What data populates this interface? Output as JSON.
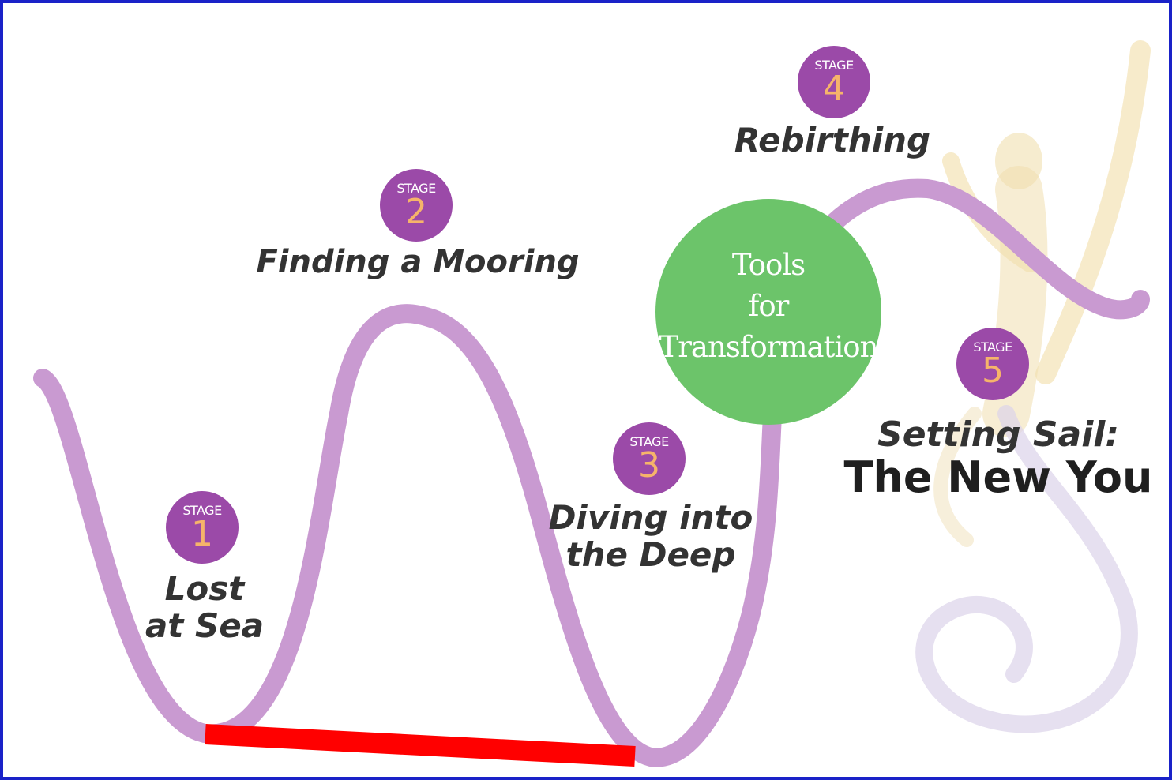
{
  "stage_word": "STAGE",
  "stages": [
    {
      "number": "1",
      "lines": [
        "Lost",
        "at Sea"
      ]
    },
    {
      "number": "2",
      "lines": [
        "Finding a Mooring"
      ]
    },
    {
      "number": "3",
      "lines": [
        "Diving into",
        "the Deep"
      ]
    },
    {
      "number": "4",
      "lines": [
        "Rebirthing"
      ]
    },
    {
      "number": "5",
      "lines": [
        "Setting Sail:",
        "The New You"
      ]
    }
  ],
  "tools_circle": {
    "lines": [
      "Tools",
      "for",
      "Transformation"
    ]
  },
  "colors": {
    "frame_border": "#1a22c8",
    "wave": "#c99ad1",
    "badge": "#9b4aa8",
    "badge_number": "#f6b46a",
    "tools_circle": "#6cc46a",
    "label_text": "#333333",
    "marker_bar": "#ff0000"
  }
}
